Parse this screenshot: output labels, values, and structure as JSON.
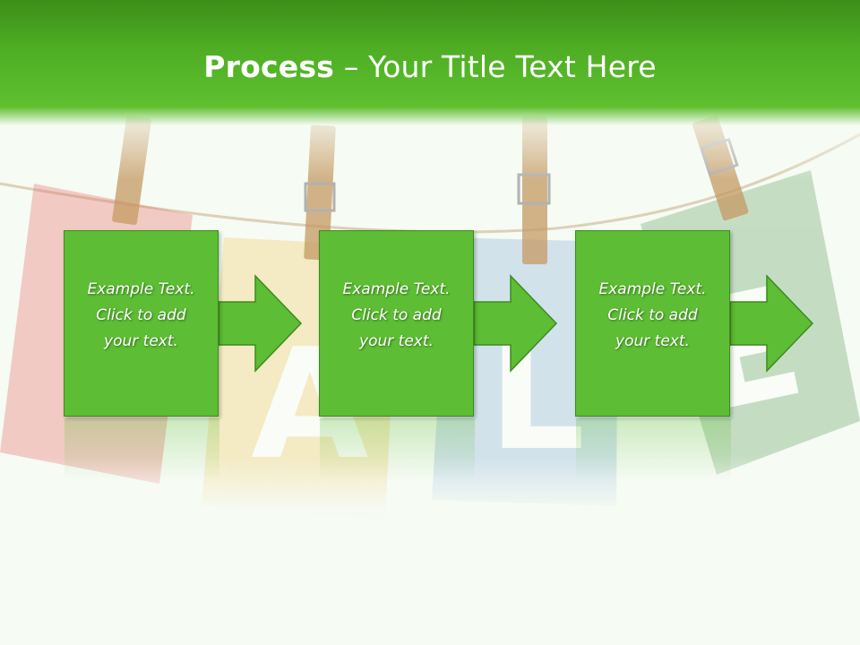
{
  "slide": {
    "title_bold": "Process",
    "title_rest": " – Your Title Text Here"
  },
  "steps": [
    {
      "text": "Example Text.\nClick  to add\nyour text."
    },
    {
      "text": "Example Text.\nClick  to add\nyour text."
    },
    {
      "text": "Example Text.\nClick  to add\nyour text."
    }
  ],
  "colors": {
    "header": "#4fae24",
    "box": "#5dbd34",
    "box_border": "#3d8b1f",
    "background": "#f6fbf4"
  }
}
